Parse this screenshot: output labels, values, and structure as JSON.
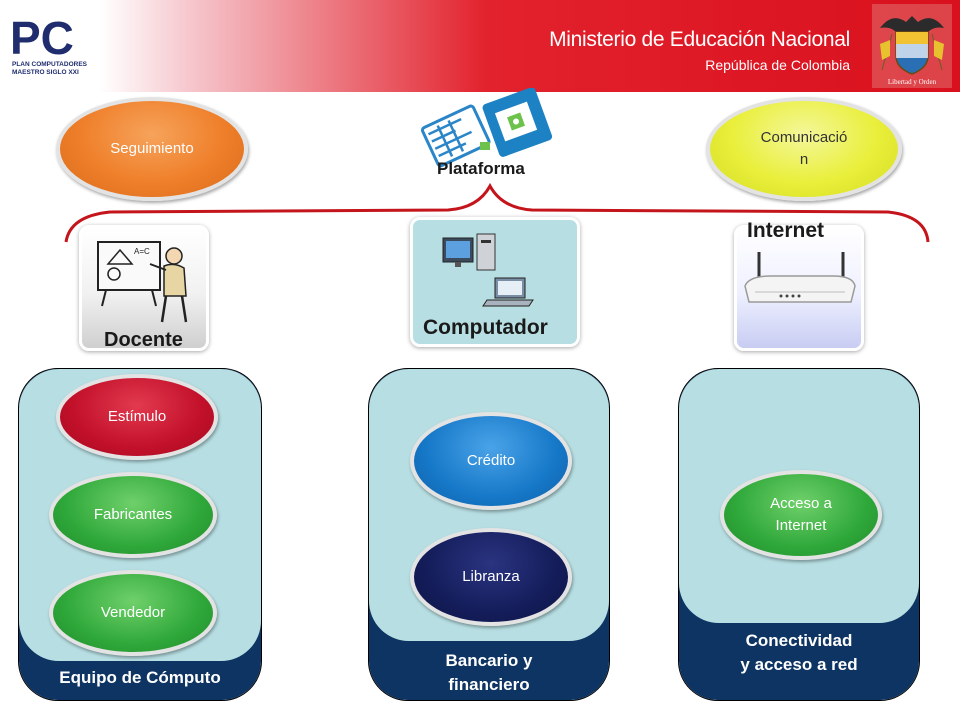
{
  "header": {
    "logo_big": "PC",
    "logo_small_1": "PLAN COMPUTADORES",
    "logo_small_2": "MAESTRO SIGLO XXI",
    "title": "Ministerio de Educación Nacional",
    "subtitle": "República de Colombia",
    "coat_motto": "Libertad y Orden"
  },
  "top": {
    "seguimiento": "Seguimiento",
    "plataforma": "Plataforma",
    "comunicacion_line1": "Comunicació",
    "comunicacion_line2": "n"
  },
  "tiles": {
    "docente": "Docente",
    "computador": "Computador",
    "internet": "Internet"
  },
  "panels": {
    "equipo": {
      "label": "Equipo de Cómputo",
      "items": [
        "Estímulo",
        "Fabricantes",
        "Vendedor"
      ]
    },
    "bancario": {
      "label_line1": "Bancario y",
      "label_line2": "financiero",
      "items": [
        "Crédito",
        "Libranza"
      ]
    },
    "conectividad": {
      "label_line1": "Conectividad",
      "label_line2": "y acceso a red",
      "item_line1": "Acceso a",
      "item_line2": "Internet"
    }
  },
  "colors": {
    "header_red": "#d9101d",
    "panel_light": "#b7dfe3",
    "panel_dark": "#0d3462",
    "bracket": "#c4151c",
    "orange": "#f0802a",
    "yellow": "#e9ef3a",
    "crimson": "#c2102a",
    "green": "#2fa83a",
    "blue": "#1678c8",
    "navy": "#141d5a"
  }
}
